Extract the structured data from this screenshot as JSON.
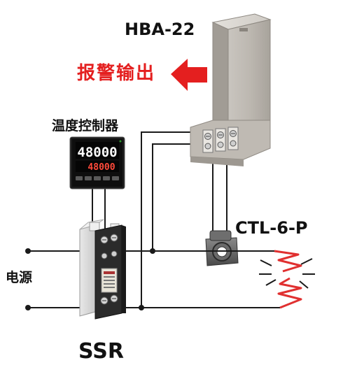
{
  "labels": {
    "hba_model": "HBA-22",
    "alarm_output": "报警输出",
    "temperature_controller": "温度控制器",
    "current_transformer": "CTL-6-P",
    "power_supply": "电源",
    "ssr": "SSR"
  },
  "controller_display": {
    "pv": "48000",
    "sv": "48000"
  },
  "colors": {
    "wire": "#1a1a1a",
    "alarm_red": "#e41f1f",
    "heater_red": "#e03030",
    "device_gray": "#b9b4ad"
  },
  "icons": {
    "alarm_arrow": "left-arrow-red",
    "heater": "broken-heater-zigzag"
  }
}
